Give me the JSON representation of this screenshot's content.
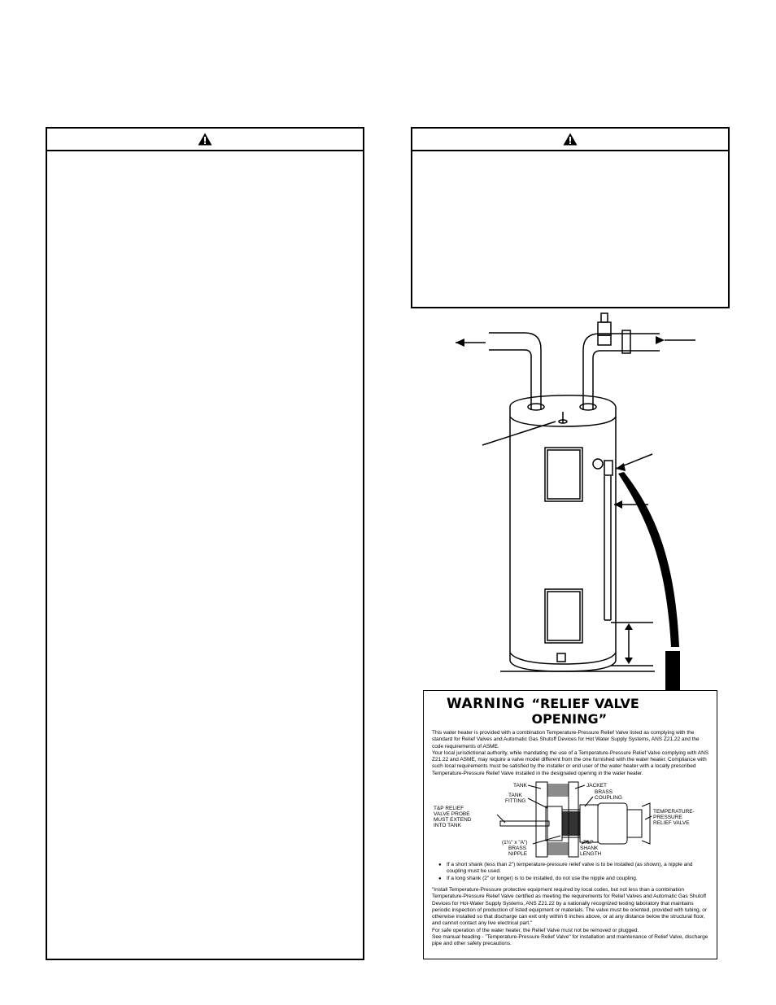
{
  "warning_boxes": {
    "left_icon": "warning-triangle-icon",
    "right_icon": "warning-triangle-icon"
  },
  "relief_label": {
    "title_warning": "WARNING",
    "title_quote": "“RELIEF VALVE OPENING”",
    "intro": [
      "This water heater is provided with a combination Temperature-Pressure Relief Valve listed as complying with the standard for Relief Valves and Automatic Gas Shutoff Devices for Hot Water Supply Systems, ANS Z21.22 and the code requirements of ASME.",
      "Your local jurisdictional authority, while mandating the use of a Temperature-Pressure Relief Valve complying with ANS Z21.22 and ASME, may require a valve model different from the one furnished with the water heater. Compliance with such local requirements must be satisfied by the installer or end user of the water heater with a locally prescribed Temperature-Pressure Relief Valve installed in the designated opening in the water heater."
    ],
    "fitting_labels": {
      "tank": "TANK",
      "jacket": "JACKET",
      "brass_coupling_1": "BRASS",
      "brass_coupling_2": "COUPLING",
      "tank_fitting_1": "TANK",
      "tank_fitting_2": "FITTING",
      "probe_1": "T&P RELIEF",
      "probe_2": "VALVE PROBE",
      "probe_3": "MUST EXTEND",
      "probe_4": "INTO TANK",
      "valve_1": "TEMPERATURE-",
      "valve_2": "PRESSURE",
      "valve_3": "RELIEF VALVE",
      "nipple_1": "(1¼\" x \"A\")",
      "nipple_2": "BRASS",
      "nipple_3": "NIPPLE",
      "shank_1": "T&P",
      "shank_2": "SHANK",
      "shank_3": "LENGTH"
    },
    "bullets": [
      "If a short shank (less than 2\") temperature-pressure relief valve is to be installed (as shown), a nipple and coupling must be used.",
      "If a long shank (2\" or longer) is to be installed, do not use the nipple and coupling."
    ],
    "footer": [
      "\"Install Temperature-Pressure protective equipment required by local codes, but not less than a combination Temperature-Pressure Relief Valve certified as meeting the requirements for Relief Valves and Automatic Gas Shutoff Devices for Hot-Water Supply Systems, ANS Z21.22 by a nationally recognized testing laboratory that maintains periodic inspection of production of listed equipment or materials. The valve must be oriented, provided with tubing, or otherwise installed so that discharge can exit only within 6 inches above, or at any distance below the structural floor, and cannot contact any live electrical part.\"",
      "For safe operation of the water heater, the Relief Valve must not be removed or plugged.",
      "See manual heading - \"Temperature-Pressure Relief Valve\" for installation and maintenance of Relief Valve, discharge pipe and other safety precautions."
    ]
  }
}
